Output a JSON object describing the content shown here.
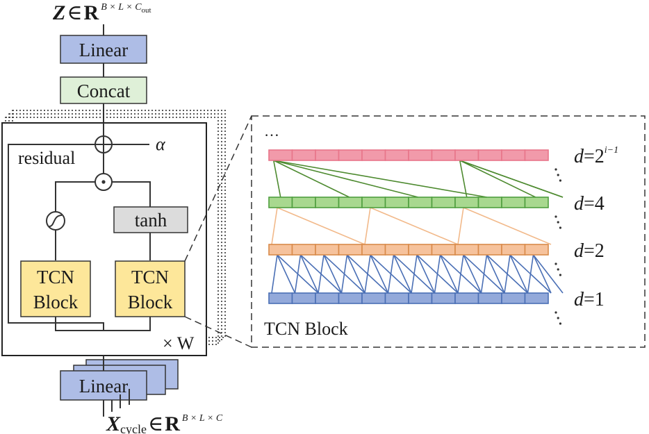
{
  "output_math": {
    "symbol": "Z",
    "in": "∈",
    "real": "R",
    "dims": "B × L × C",
    "dims_sub": "out"
  },
  "input_math": {
    "symbol": "X",
    "sub": "cycle",
    "in": "∈",
    "real": "R",
    "dims": "B × L × C"
  },
  "blocks": {
    "linear_top": "Linear",
    "concat": "Concat",
    "tanh": "tanh",
    "tcn_left": [
      "TCN",
      "Block"
    ],
    "tcn_right": [
      "TCN",
      "Block"
    ],
    "linear_bottom": "Linear"
  },
  "labels": {
    "residual": "residual",
    "alpha": "α",
    "repeat": "× W"
  },
  "tcn_detail": {
    "title": "TCN Block",
    "top_ellipsis": "…",
    "layers": [
      {
        "d_prefix": "d",
        "d_value": "=2",
        "d_exponent": "i−1",
        "color": "#e8768a",
        "fill": "#f19aaa",
        "edge_color": "#4d8a2f",
        "dilation": 0
      },
      {
        "d_prefix": "d",
        "d_value": "=4",
        "d_exponent": "",
        "color": "#4f9e3f",
        "fill": "#a8d88f",
        "edge_color": "#f2b98a",
        "dilation": 4
      },
      {
        "d_prefix": "d",
        "d_value": "=2",
        "d_exponent": "",
        "color": "#d98a4a",
        "fill": "#f6c29c",
        "edge_color": "#4a6fb5",
        "dilation": 2
      },
      {
        "d_prefix": "d",
        "d_value": "=1",
        "d_exponent": "",
        "color": "#4a6fb5",
        "fill": "#93a9da",
        "edge_color": "",
        "dilation": 1
      }
    ],
    "cells_per_layer": 12
  },
  "colors": {
    "linear": "#aebde6",
    "concat": "#dff0d8",
    "tanh": "#dcdcdc",
    "tcn": "#fde79a"
  }
}
